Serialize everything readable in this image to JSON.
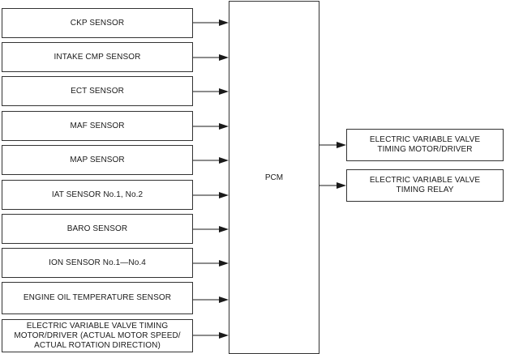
{
  "pcm": {
    "label": "PCM"
  },
  "inputs": [
    "CKP SENSOR",
    "INTAKE CMP SENSOR",
    "ECT SENSOR",
    "MAF SENSOR",
    "MAP SENSOR",
    "IAT SENSOR No.1, No.2",
    "BARO SENSOR",
    "ION SENSOR No.1—No.4",
    "ENGINE OIL TEMPERATURE SENSOR"
  ],
  "last_input": {
    "line1": "ELECTRIC VARIABLE VALVE TIMING",
    "line2": "MOTOR/DRIVER (ACTUAL MOTOR SPEED/",
    "line3": "ACTUAL ROTATION DIRECTION)"
  },
  "outputs": [
    {
      "line1": "ELECTRIC VARIABLE VALVE",
      "line2": "TIMING MOTOR/DRIVER"
    },
    {
      "line1": "ELECTRIC VARIABLE VALVE",
      "line2": "TIMING RELAY"
    }
  ]
}
